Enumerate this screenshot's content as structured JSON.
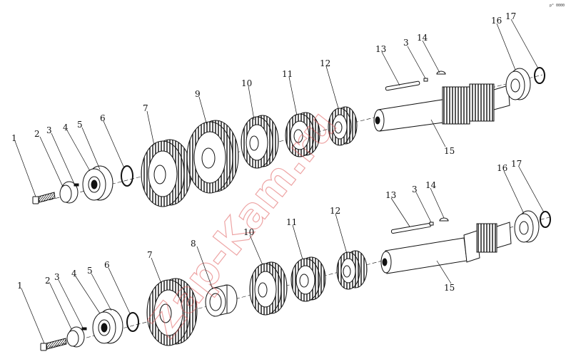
{
  "watermark": "Zap-Kam.ru",
  "corner_note": "p° 0000",
  "upper_callouts": [
    "1",
    "2",
    "3",
    "4",
    "5",
    "6",
    "7",
    "9",
    "10",
    "11",
    "12",
    "13",
    "3",
    "14",
    "16",
    "17",
    "15"
  ],
  "lower_callouts": [
    "1",
    "2",
    "3",
    "4",
    "5",
    "6",
    "7",
    "8",
    "10",
    "11",
    "12",
    "13",
    "3",
    "14",
    "16",
    "17",
    "15"
  ]
}
